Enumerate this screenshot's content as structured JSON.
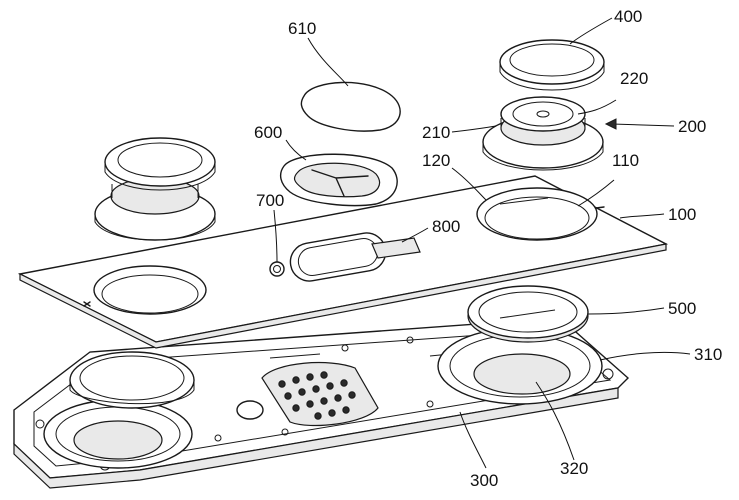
{
  "labels": {
    "l610": "610",
    "l400": "400",
    "l220": "220",
    "l210": "210",
    "l200": "200",
    "l600": "600",
    "l120": "120",
    "l110": "110",
    "l700": "700",
    "l800": "800",
    "l100": "100",
    "l500": "500",
    "l310": "310",
    "l320": "320",
    "l300": "300"
  }
}
